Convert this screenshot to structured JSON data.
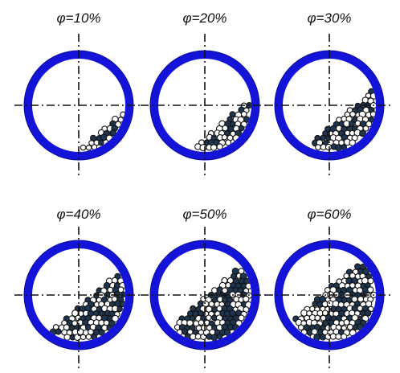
{
  "colors": {
    "drum_ring": "#1414d8",
    "drum_ring_edge": "#0a0a9a",
    "centerline": "#111111",
    "particle_outline": "#111111",
    "particle_fill": "#ffffff",
    "particle_dark": "#1e3550",
    "background": "#ffffff"
  },
  "panels": [
    {
      "label": "φ=10%",
      "fill_fraction": 0.1
    },
    {
      "label": "φ=20%",
      "fill_fraction": 0.2
    },
    {
      "label": "φ=30%",
      "fill_fraction": 0.3
    },
    {
      "label": "φ=40%",
      "fill_fraction": 0.4
    },
    {
      "label": "φ=50%",
      "fill_fraction": 0.5
    },
    {
      "label": "φ=60%",
      "fill_fraction": 0.6
    }
  ]
}
